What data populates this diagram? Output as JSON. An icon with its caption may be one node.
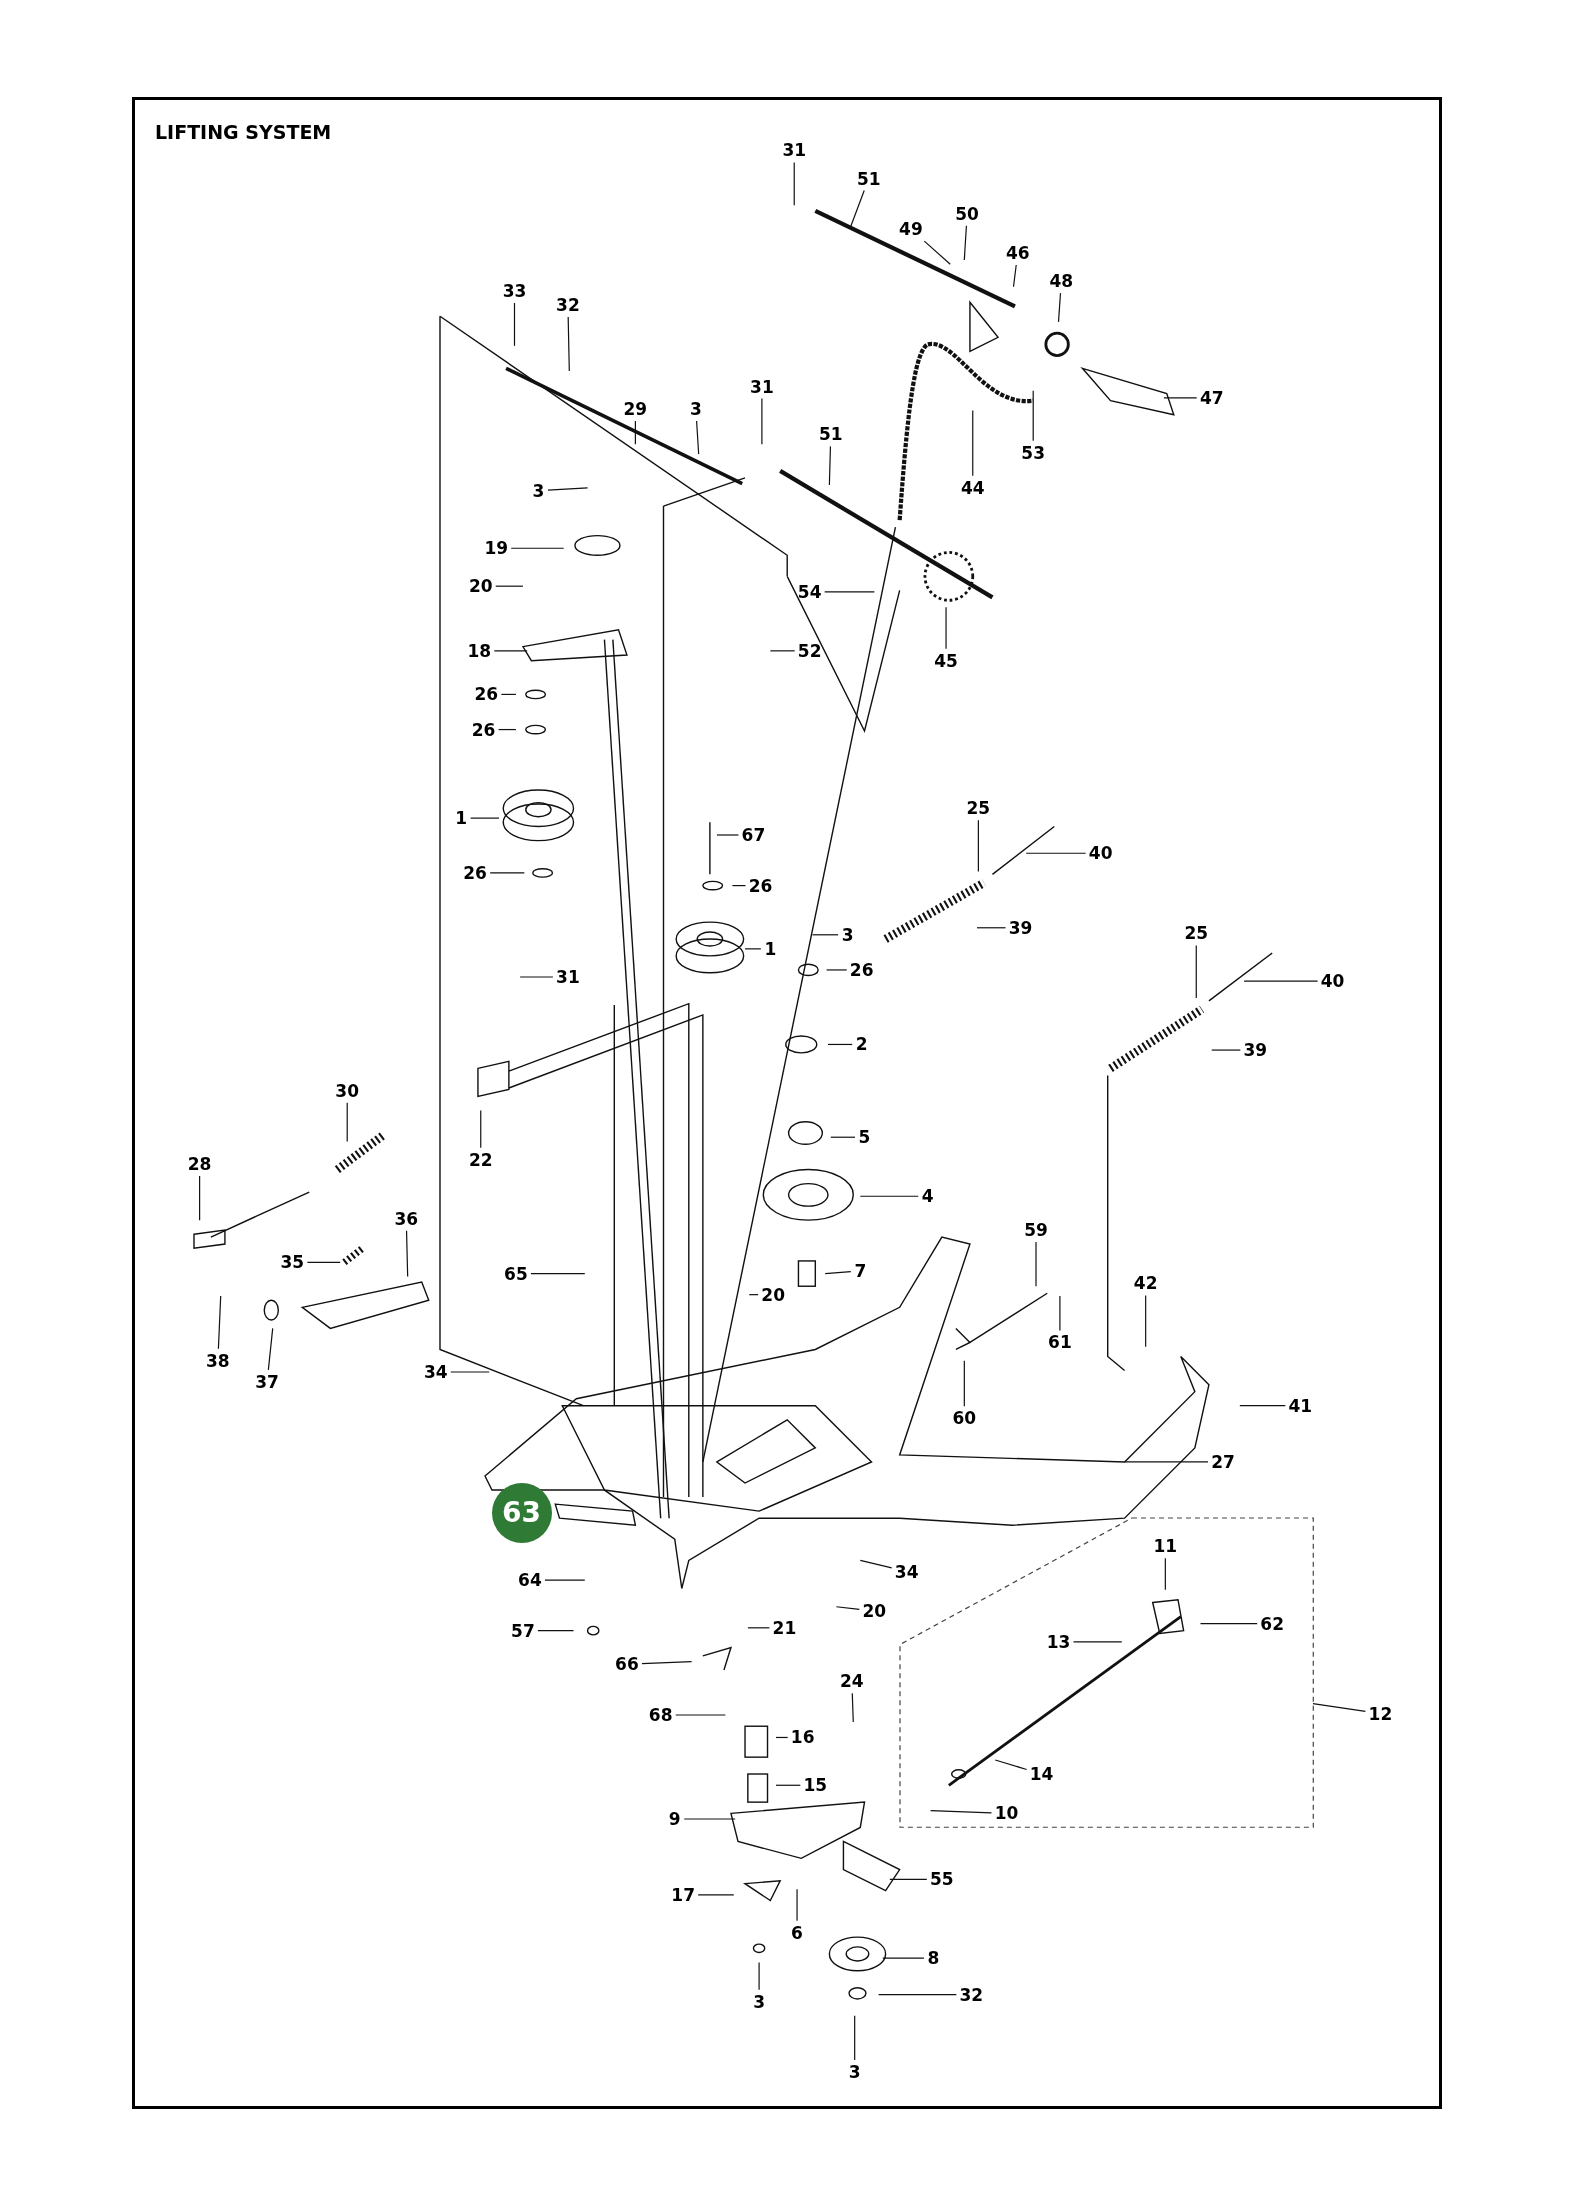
{
  "diagram": {
    "title": "LIFTING SYSTEM",
    "nodes": [
      {
        "text": [
          "31"
        ]
      },
      {
        "text": [
          "51"
        ]
      },
      {
        "text": [
          "50"
        ]
      },
      {
        "text": [
          "49"
        ]
      },
      {
        "text": [
          "46"
        ]
      },
      {
        "text": [
          "48"
        ]
      },
      {
        "text": [
          "33"
        ]
      },
      {
        "text": [
          "32"
        ]
      },
      {
        "text": [
          "31"
        ]
      },
      {
        "text": [
          "47"
        ]
      },
      {
        "text": [
          "29"
        ]
      },
      {
        "text": [
          "3"
        ]
      },
      {
        "text": [
          "51"
        ]
      },
      {
        "text": [
          "53"
        ]
      },
      {
        "text": [
          "44"
        ]
      },
      {
        "text": [
          "3"
        ]
      },
      {
        "text": [
          "19"
        ]
      },
      {
        "text": [
          "20"
        ]
      },
      {
        "text": [
          "54"
        ]
      },
      {
        "text": [
          "18"
        ]
      },
      {
        "text": [
          "52"
        ]
      },
      {
        "text": [
          "45"
        ]
      },
      {
        "text": [
          "26"
        ]
      },
      {
        "text": [
          "26"
        ]
      },
      {
        "text": [
          "25"
        ]
      },
      {
        "text": [
          "1"
        ]
      },
      {
        "text": [
          "67"
        ]
      },
      {
        "text": [
          "40"
        ]
      },
      {
        "text": [
          "26"
        ]
      },
      {
        "text": [
          "26"
        ]
      },
      {
        "text": [
          "39"
        ]
      },
      {
        "text": [
          "3"
        ]
      },
      {
        "text": [
          "25"
        ]
      },
      {
        "text": [
          "1"
        ]
      },
      {
        "text": [
          "26"
        ]
      },
      {
        "text": [
          "31"
        ]
      },
      {
        "text": [
          "40"
        ]
      },
      {
        "text": [
          "2"
        ]
      },
      {
        "text": [
          "39"
        ]
      },
      {
        "text": [
          "30"
        ]
      },
      {
        "text": [
          "5"
        ]
      },
      {
        "text": [
          "22"
        ]
      },
      {
        "text": [
          "28"
        ]
      },
      {
        "text": [
          "4"
        ]
      },
      {
        "text": [
          "36"
        ]
      },
      {
        "text": [
          "59"
        ]
      },
      {
        "text": [
          "7"
        ]
      },
      {
        "text": [
          "35"
        ]
      },
      {
        "text": [
          "65"
        ]
      },
      {
        "text": [
          "42"
        ]
      },
      {
        "text": [
          "20"
        ]
      },
      {
        "text": [
          "61"
        ]
      },
      {
        "text": [
          "38"
        ]
      },
      {
        "text": [
          "34"
        ]
      },
      {
        "text": [
          "37"
        ]
      },
      {
        "text": [
          "41"
        ]
      },
      {
        "text": [
          "60"
        ]
      },
      {
        "text": [
          "27"
        ]
      },
      {
        "text": [
          "63"
        ]
      },
      {
        "text": [],
        "shape": "box"
      },
      {
        "text": [
          "11"
        ],
        "in": 59
      },
      {
        "text": [
          "34"
        ]
      },
      {
        "text": [
          "64"
        ]
      },
      {
        "text": [
          "20"
        ]
      },
      {
        "text": [
          "62"
        ],
        "in": 59
      },
      {
        "text": [
          "21"
        ]
      },
      {
        "text": [
          "57"
        ]
      },
      {
        "text": [
          "13"
        ],
        "in": 59
      },
      {
        "text": [
          "66"
        ]
      },
      {
        "text": [
          "24"
        ]
      },
      {
        "text": [
          "68"
        ]
      },
      {
        "text": [
          "12"
        ]
      },
      {
        "text": [
          "16"
        ]
      },
      {
        "text": [
          "14"
        ],
        "in": 59
      },
      {
        "text": [
          "15"
        ]
      },
      {
        "text": [
          "10"
        ],
        "in": 59
      },
      {
        "text": [
          "9"
        ]
      },
      {
        "text": [
          "55"
        ]
      },
      {
        "text": [
          "17"
        ]
      },
      {
        "text": [
          "6"
        ]
      },
      {
        "text": [
          "8"
        ]
      },
      {
        "text": [
          "32"
        ]
      },
      {
        "text": [
          "3"
        ]
      },
      {
        "text": [
          "3"
        ]
      }
    ],
    "edges": [
      {
        "from": 0,
        "to": null,
        "arrow": "none"
      },
      {
        "from": 1,
        "to": null,
        "arrow": "none"
      },
      {
        "from": 2,
        "to": null,
        "arrow": "none"
      },
      {
        "from": 3,
        "to": null,
        "arrow": "none"
      },
      {
        "from": 4,
        "to": null,
        "arrow": "none"
      },
      {
        "from": 5,
        "to": null,
        "arrow": "none"
      },
      {
        "from": 6,
        "to": null,
        "arrow": "none"
      },
      {
        "from": 7,
        "to": null,
        "arrow": "none"
      },
      {
        "from": 8,
        "to": null,
        "arrow": "none"
      },
      {
        "from": 9,
        "to": null,
        "arrow": "none"
      },
      {
        "from": 10,
        "to": null,
        "arrow": "none"
      },
      {
        "from": 11,
        "to": null,
        "arrow": "none"
      },
      {
        "from": 12,
        "to": null,
        "arrow": "none"
      },
      {
        "from": 13,
        "to": null,
        "arrow": "none"
      },
      {
        "from": 14,
        "to": null,
        "arrow": "none"
      },
      {
        "from": 15,
        "to": null,
        "arrow": "none"
      },
      {
        "from": 16,
        "to": null,
        "arrow": "none"
      },
      {
        "from": 17,
        "to": null,
        "arrow": "none"
      },
      {
        "from": 18,
        "to": null,
        "arrow": "none"
      },
      {
        "from": 19,
        "to": null,
        "arrow": "none"
      },
      {
        "from": 20,
        "to": null,
        "arrow": "none"
      },
      {
        "from": 21,
        "to": null,
        "arrow": "none"
      },
      {
        "from": 22,
        "to": null,
        "arrow": "none"
      },
      {
        "from": 23,
        "to": null,
        "arrow": "none"
      },
      {
        "from": 24,
        "to": null,
        "arrow": "none"
      },
      {
        "from": 25,
        "to": null,
        "arrow": "none"
      },
      {
        "from": 26,
        "to": null,
        "arrow": "none"
      },
      {
        "from": 27,
        "to": null,
        "arrow": "none"
      },
      {
        "from": 28,
        "to": null,
        "arrow": "none"
      },
      {
        "from": 29,
        "to": null,
        "arrow": "none"
      },
      {
        "from": 30,
        "to": null,
        "arrow": "none"
      },
      {
        "from": 31,
        "to": null,
        "arrow": "none"
      },
      {
        "from": 32,
        "to": null,
        "arrow": "none"
      },
      {
        "from": 33,
        "to": null,
        "arrow": "none"
      },
      {
        "from": 34,
        "to": null,
        "arrow": "none"
      },
      {
        "from": 35,
        "to": null,
        "arrow": "none"
      },
      {
        "from": 36,
        "to": null,
        "arrow": "none"
      },
      {
        "from": 37,
        "to": null,
        "arrow": "none"
      },
      {
        "from": 38,
        "to": null,
        "arrow": "none"
      },
      {
        "from": 39,
        "to": null,
        "arrow": "none"
      },
      {
        "from": 40,
        "to": null,
        "arrow": "none"
      },
      {
        "from": 41,
        "to": null,
        "arrow": "none"
      },
      {
        "from": 42,
        "to": null,
        "arrow": "none"
      },
      {
        "from": 43,
        "to": null,
        "arrow": "none"
      },
      {
        "from": 44,
        "to": null,
        "arrow": "none"
      },
      {
        "from": 45,
        "to": null,
        "arrow": "none"
      },
      {
        "from": 46,
        "to": null,
        "arrow": "none"
      },
      {
        "from": 47,
        "to": null,
        "arrow": "none"
      },
      {
        "from": 48,
        "to": null,
        "arrow": "none"
      },
      {
        "from": 49,
        "to": null,
        "arrow": "none"
      },
      {
        "from": 50,
        "to": null,
        "arrow": "none"
      },
      {
        "from": 51,
        "to": null,
        "arrow": "none"
      },
      {
        "from": 52,
        "to": null,
        "arrow": "none"
      },
      {
        "from": 53,
        "to": null,
        "arrow": "none"
      },
      {
        "from": 54,
        "to": null,
        "arrow": "none"
      },
      {
        "from": 55,
        "to": null,
        "arrow": "none"
      },
      {
        "from": 56,
        "to": null,
        "arrow": "none"
      },
      {
        "from": 57,
        "to": null,
        "arrow": "none"
      },
      {
        "from": 60,
        "to": null,
        "arrow": "none"
      },
      {
        "from": 61,
        "to": null,
        "arrow": "none"
      },
      {
        "from": 62,
        "to": null,
        "arrow": "none"
      },
      {
        "from": 63,
        "to": null,
        "arrow": "none"
      },
      {
        "from": 64,
        "to": null,
        "arrow": "none"
      },
      {
        "from": 65,
        "to": null,
        "arrow": "none"
      },
      {
        "from": 66,
        "to": null,
        "arrow": "none"
      },
      {
        "from": 67,
        "to": null,
        "arrow": "none"
      },
      {
        "from": 68,
        "to": null,
        "arrow": "none"
      },
      {
        "from": 69,
        "to": null,
        "arrow": "none"
      },
      {
        "from": 70,
        "to": null,
        "arrow": "none"
      },
      {
        "from": 71,
        "to": 59,
        "arrow": "none"
      },
      {
        "from": 72,
        "to": null,
        "arrow": "none"
      },
      {
        "from": 73,
        "to": null,
        "arrow": "none"
      },
      {
        "from": 74,
        "to": null,
        "arrow": "none"
      },
      {
        "from": 75,
        "to": null,
        "arrow": "none"
      },
      {
        "from": 76,
        "to": null,
        "arrow": "none"
      },
      {
        "from": 77,
        "to": null,
        "arrow": "none"
      },
      {
        "from": 78,
        "to": null,
        "arrow": "none"
      },
      {
        "from": 79,
        "to": null,
        "arrow": "none"
      },
      {
        "from": 80,
        "to": null,
        "arrow": "none"
      },
      {
        "from": 81,
        "to": null,
        "arrow": "none"
      },
      {
        "from": 82,
        "to": null,
        "arrow": "none"
      },
      {
        "from": 83,
        "to": null,
        "arrow": "none"
      }
    ]
  }
}
